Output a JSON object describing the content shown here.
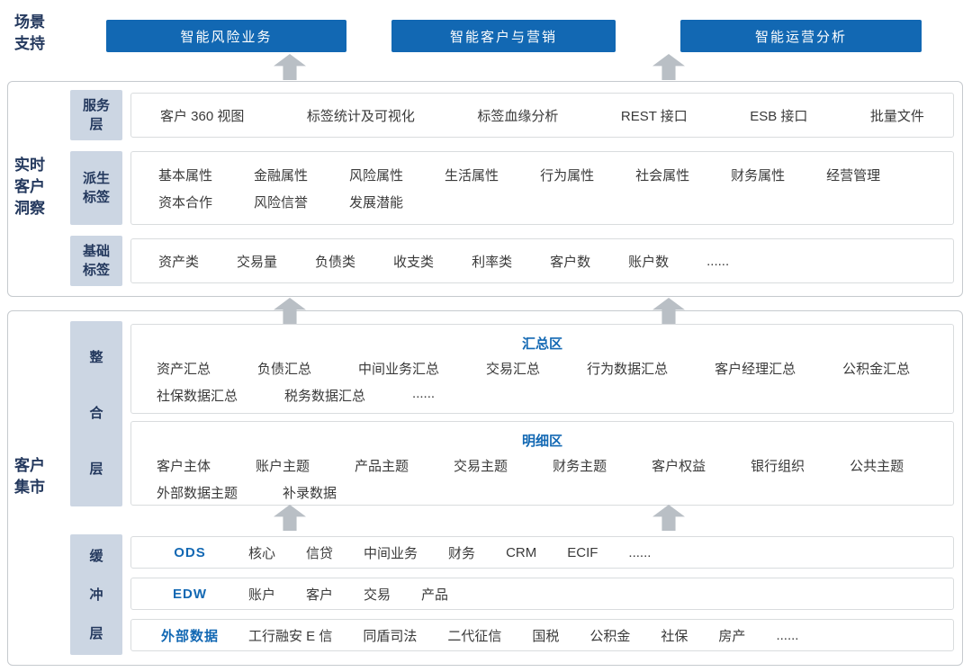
{
  "colors": {
    "accent": "#1268b3",
    "navy": "#24395e",
    "label_bg": "#ccd6e3",
    "arrow": "#b9bfc5",
    "item_text": "#3a3a3a"
  },
  "scenario": {
    "label": "场景支持",
    "buttons": [
      "智能风险业务",
      "智能客户与营销",
      "智能运营分析"
    ]
  },
  "insight": {
    "label": "实时客户洞察",
    "rows": [
      {
        "name": "服务层",
        "items": [
          "客户 360 视图",
          "标签统计及可视化",
          "标签血缘分析",
          "REST 接口",
          "ESB 接口",
          "批量文件"
        ]
      },
      {
        "name": "派生标签",
        "items": [
          "基本属性",
          "金融属性",
          "风险属性",
          "生活属性",
          "行为属性",
          "社会属性",
          "财务属性",
          "经营管理",
          "资本合作",
          "风险信誉",
          "发展潜能"
        ]
      },
      {
        "name": "基础标签",
        "items": [
          "资产类",
          "交易量",
          "负债类",
          "收支类",
          "利率类",
          "客户数",
          "账户数",
          "......"
        ]
      }
    ]
  },
  "mart": {
    "label": "客户集市",
    "integration_label": "整合层",
    "zones": [
      {
        "title": "汇总区",
        "items": [
          "资产汇总",
          "负债汇总",
          "中间业务汇总",
          "交易汇总",
          "行为数据汇总",
          "客户经理汇总",
          "公积金汇总",
          "社保数据汇总",
          "税务数据汇总",
          "......"
        ]
      },
      {
        "title": "明细区",
        "items": [
          "客户主体",
          "账户主题",
          "产品主题",
          "交易主题",
          "财务主题",
          "客户权益",
          "银行组织",
          "公共主题",
          "外部数据主题",
          "补录数据"
        ]
      }
    ],
    "buffer_label": "缓冲层",
    "buffer_rows": [
      {
        "title": "ODS",
        "items": [
          "核心",
          "信贷",
          "中间业务",
          "财务",
          "CRM",
          "ECIF",
          "......"
        ]
      },
      {
        "title": "EDW",
        "items": [
          "账户",
          "客户",
          "交易",
          "产品"
        ]
      },
      {
        "title": "外部数据",
        "items": [
          "工行融安 E 信",
          "同盾司法",
          "二代征信",
          "国税",
          "公积金",
          "社保",
          "房产",
          "......"
        ]
      }
    ]
  }
}
